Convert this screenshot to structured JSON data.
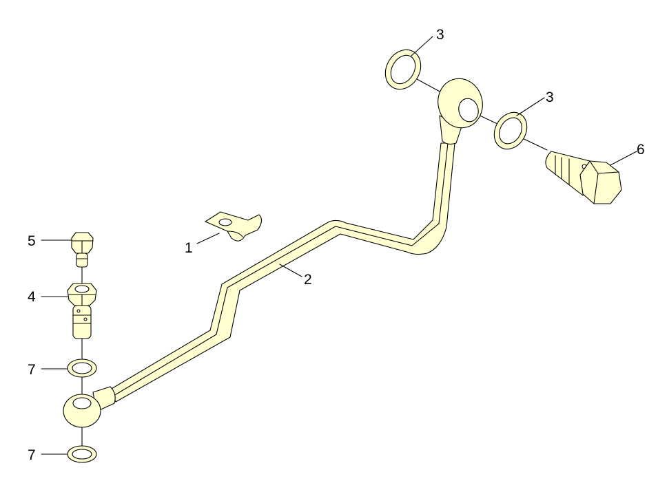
{
  "colors": {
    "part_fill": "#ffffd2",
    "line": "#000000",
    "background": "#ffffff"
  },
  "callouts": {
    "p1": "1",
    "p2": "2",
    "p3a": "3",
    "p3b": "3",
    "p4": "4",
    "p5": "5",
    "p6": "6",
    "p7a": "7",
    "p7b": "7"
  }
}
